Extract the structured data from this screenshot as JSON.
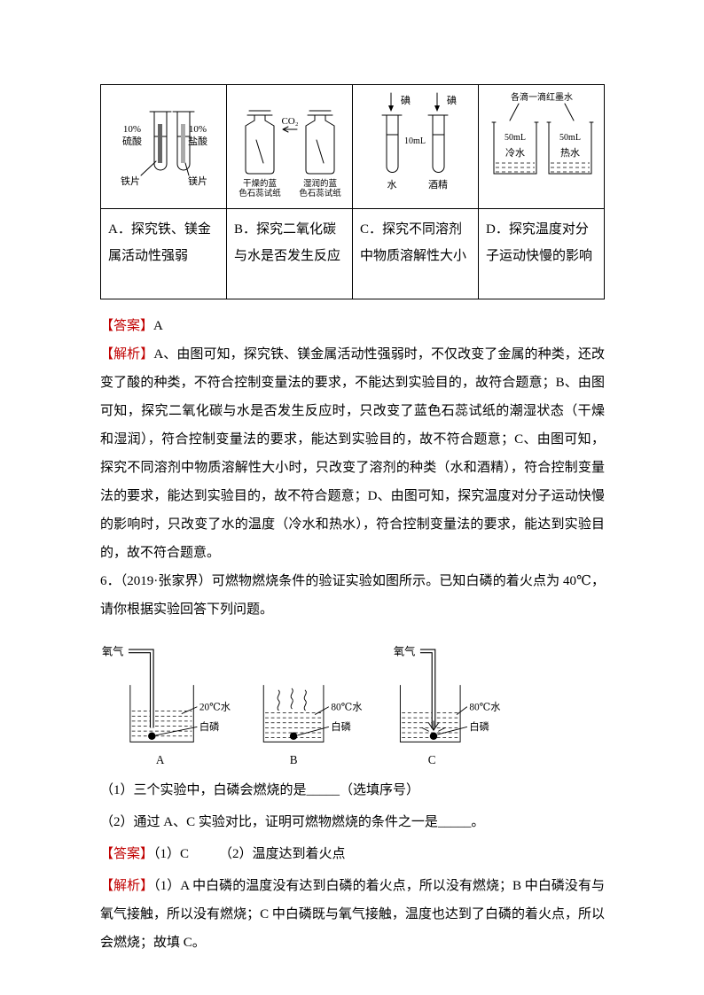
{
  "colors": {
    "answer_marker_red": "#c00000"
  },
  "table": {
    "col_a": {
      "labels": {
        "conc_left": "10%",
        "acid_left": "硫酸",
        "metal_left": "铁片",
        "conc_right": "10%",
        "acid_right": "盐酸",
        "metal_right": "镁片"
      },
      "description": "A．探究铁、镁金属活动性强弱"
    },
    "col_b": {
      "labels": {
        "gas": "CO₂",
        "left_line1": "干燥的蓝",
        "left_line2": "色石蕊试纸",
        "right_line1": "湿润的蓝",
        "right_line2": "色石蕊试纸"
      },
      "description": "B．探究二氧化碳与水是否发生反应"
    },
    "col_c": {
      "labels": {
        "iodine_left": "碘",
        "iodine_right": "碘",
        "volume": "10mL",
        "solvent_left": "水",
        "solvent_right": "酒精"
      },
      "description": "C．探究不同溶剂中物质溶解性大小"
    },
    "col_d": {
      "labels": {
        "caption": "各滴一滴红墨水",
        "vol_left": "50mL",
        "vol_right": "50mL",
        "water_left": "冷水",
        "water_right": "热水"
      },
      "description": "D．探究温度对分子运动快慢的影响"
    }
  },
  "answer1": {
    "marker": "【答案】",
    "value": "A"
  },
  "analysis1": {
    "marker": "【解析】",
    "body": "A、由图可知，探究铁、镁金属活动性强弱时，不仅改变了金属的种类，还改变了酸的种类，不符合控制变量法的要求，不能达到实验目的，故符合题意；B、由图可知，探究二氧化碳与水是否发生反应时，只改变了蓝色石蕊试纸的潮湿状态（干燥和湿润），符合控制变量法的要求，能达到实验目的，故不符合题意；C、由图可知，探究不同溶剂中物质溶解性大小时，只改变了溶剂的种类（水和酒精），符合控制变量法的要求，能达到实验目的，故不符合题意；D、由图可知，探究温度对分子运动快慢的影响时，只改变了水的温度（冷水和热水），符合控制变量法的要求，能达到实验目的，故不符合题意。"
  },
  "question6": {
    "text": "6．（2019·张家界）可燃物燃烧条件的验证实验如图所示。已知白磷的着火点为 40℃，请你根据实验回答下列问题。"
  },
  "diagram6": {
    "oxygen_a": "氧气",
    "oxygen_c": "氧气",
    "a_water": "20℃水",
    "a_p": "白磷",
    "a_letter": "A",
    "b_water": "80℃水",
    "b_p": "白磷",
    "b_letter": "B",
    "c_water": "80℃水",
    "c_p": "白磷",
    "c_letter": "C"
  },
  "sub1": "（1）三个实验中，白磷会燃烧的是_____（选填序号）",
  "sub2": "（2）通过 A、C 实验对比，证明可燃物燃烧的条件之一是_____。",
  "answer2": {
    "marker": "【答案】",
    "part1": "（1）C",
    "part2": "（2）温度达到着火点"
  },
  "analysis2": {
    "marker": "【解析】",
    "body": "（1）A 中白磷的温度没有达到白磷的着火点，所以没有燃烧；B 中白磷没有与氧气接触，所以没有燃烧；C 中白磷既与氧气接触，温度也达到了白磷的着火点，所以会燃烧；故填 C。"
  }
}
